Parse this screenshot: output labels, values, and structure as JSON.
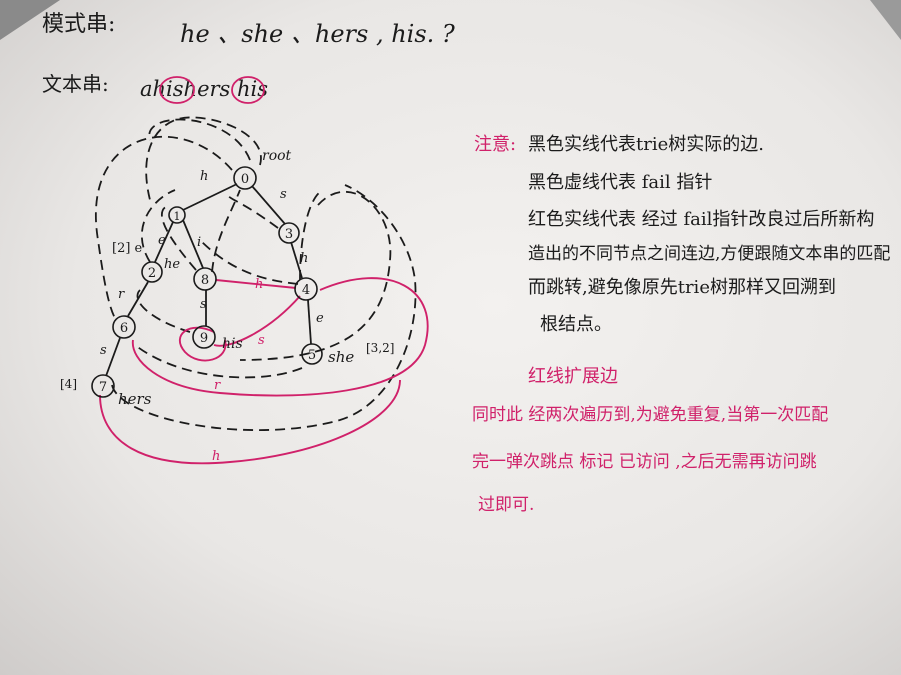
{
  "header": {
    "pattern_label": "模式串:",
    "pattern_text": "he 、she 、hers , his. ?",
    "text_label": "文本串:",
    "text_string": "ahishers his"
  },
  "graph": {
    "root_label": "root",
    "nodes": [
      "0",
      "1",
      "2",
      "3",
      "4",
      "5",
      "6",
      "7",
      "8",
      "9"
    ],
    "edge_labels": [
      "h",
      "s",
      "e",
      "i",
      "h",
      "s",
      "r",
      "s",
      "e",
      "h",
      "r",
      "h",
      "s"
    ],
    "node_annotations": {
      "n2": "[2] e",
      "n2_word": "he",
      "n9_word": "his",
      "n5_word": "she",
      "n5_set": "[3,2]",
      "n7_word": "hers",
      "n7_set": "[4]"
    }
  },
  "notes": {
    "title": "注意:",
    "line1": "黑色实线代表trie树实际的边.",
    "line2": "黑色虚线代表 fail 指针",
    "line3": "红色实线代表 经过 fail指针改良过后所新构",
    "line4": "造出的不同节点之间连边,方便跟随文本串的匹配",
    "line5": "而跳转,避免像原先trie树那样又回溯到",
    "line6": "根结点。"
  },
  "red_notes": {
    "title": "红线扩展边",
    "line1": "同时此 经两次遍历到,为避免重复,当第一次匹配",
    "line2": "完一弹次跳点 标记 已访问 ,之后无需再访问跳",
    "line3": "过即可."
  },
  "colors": {
    "ink": "#1b1b1b",
    "red": "#d0216a",
    "paper": "#eeecea"
  }
}
